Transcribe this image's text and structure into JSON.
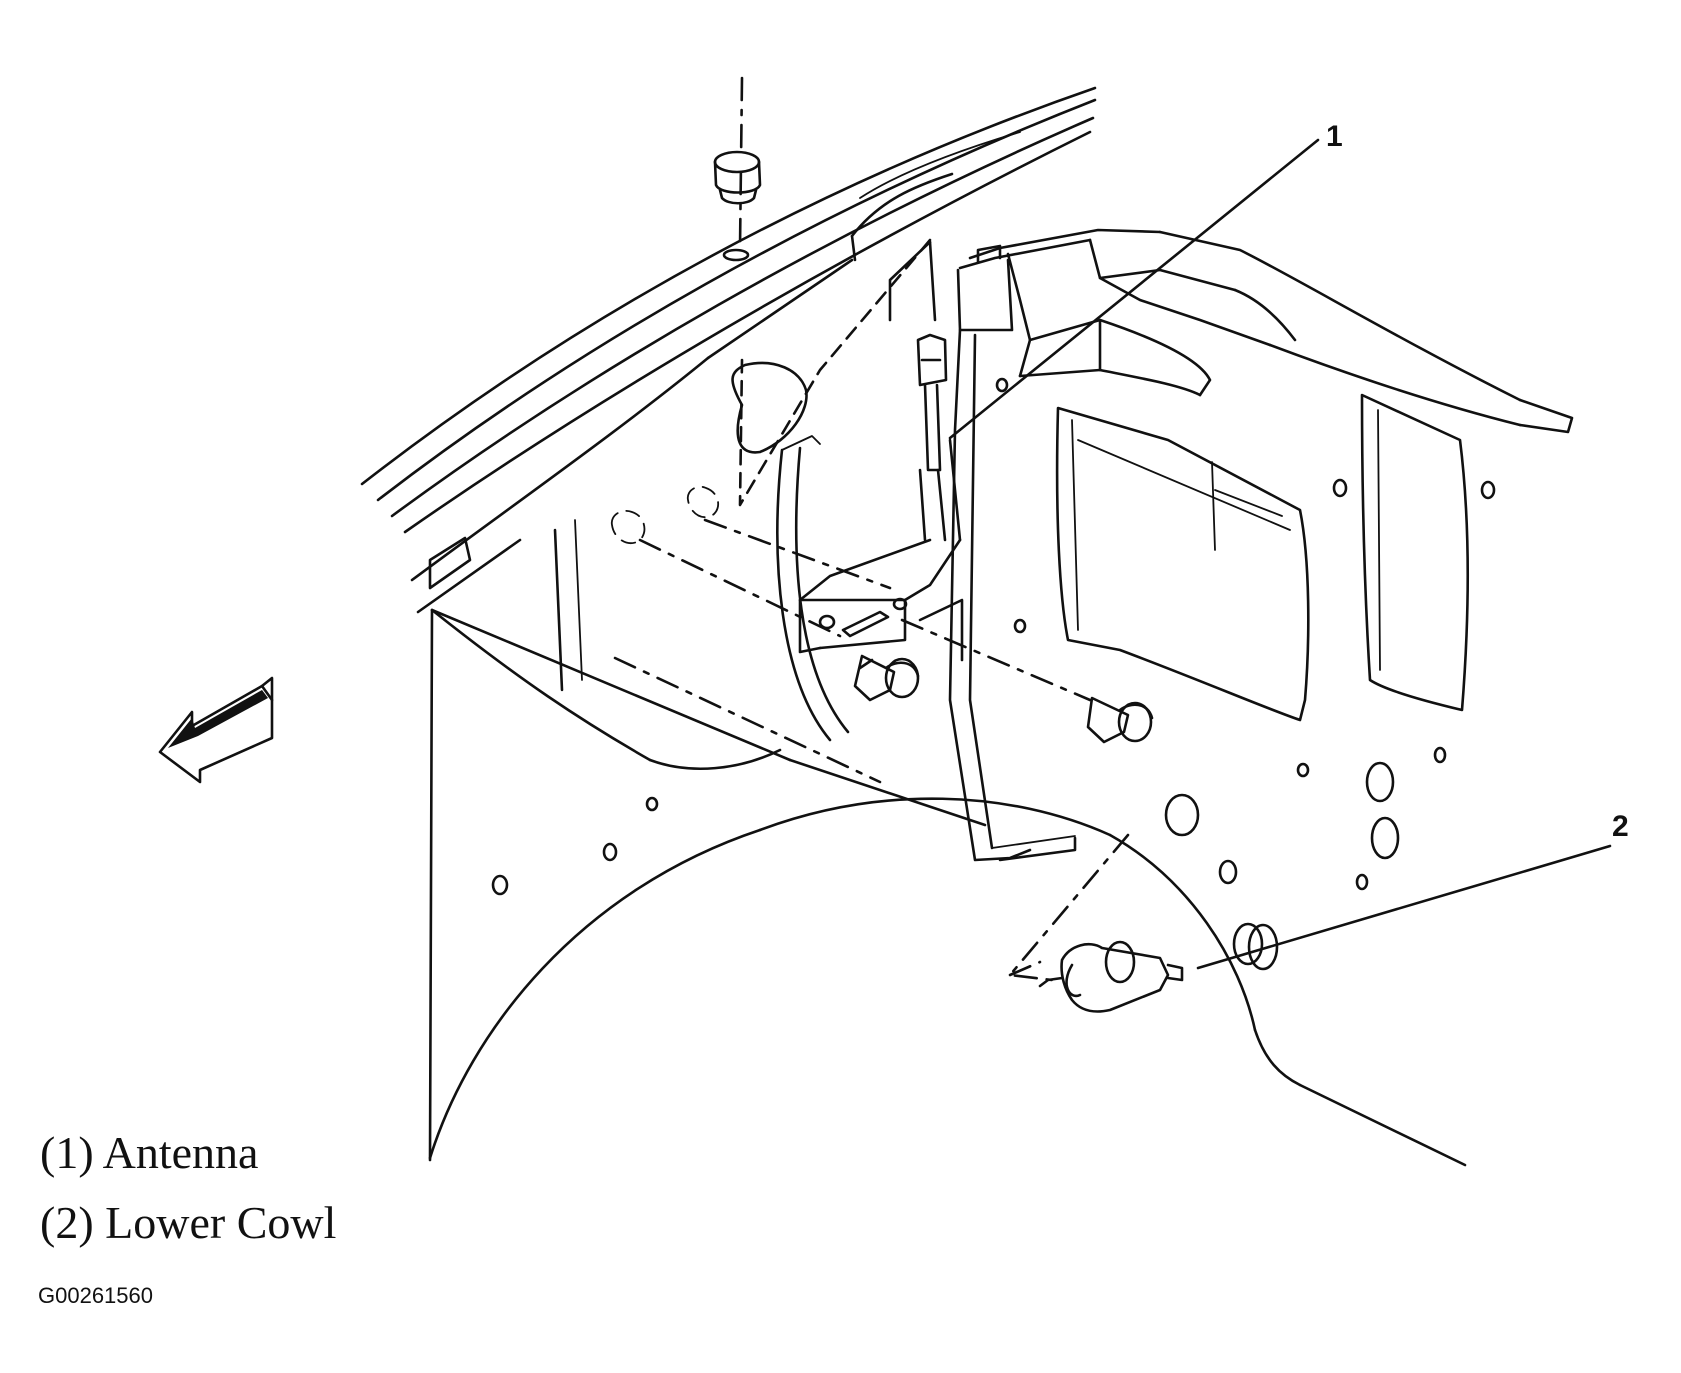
{
  "callouts": [
    {
      "number": "1"
    },
    {
      "number": "2"
    }
  ],
  "legend": [
    {
      "text": "(1) Antenna"
    },
    {
      "text": "(2) Lower Cowl"
    }
  ],
  "figure_code": "G00261560",
  "colors": {
    "ink": "#111111",
    "background": "#ffffff"
  }
}
